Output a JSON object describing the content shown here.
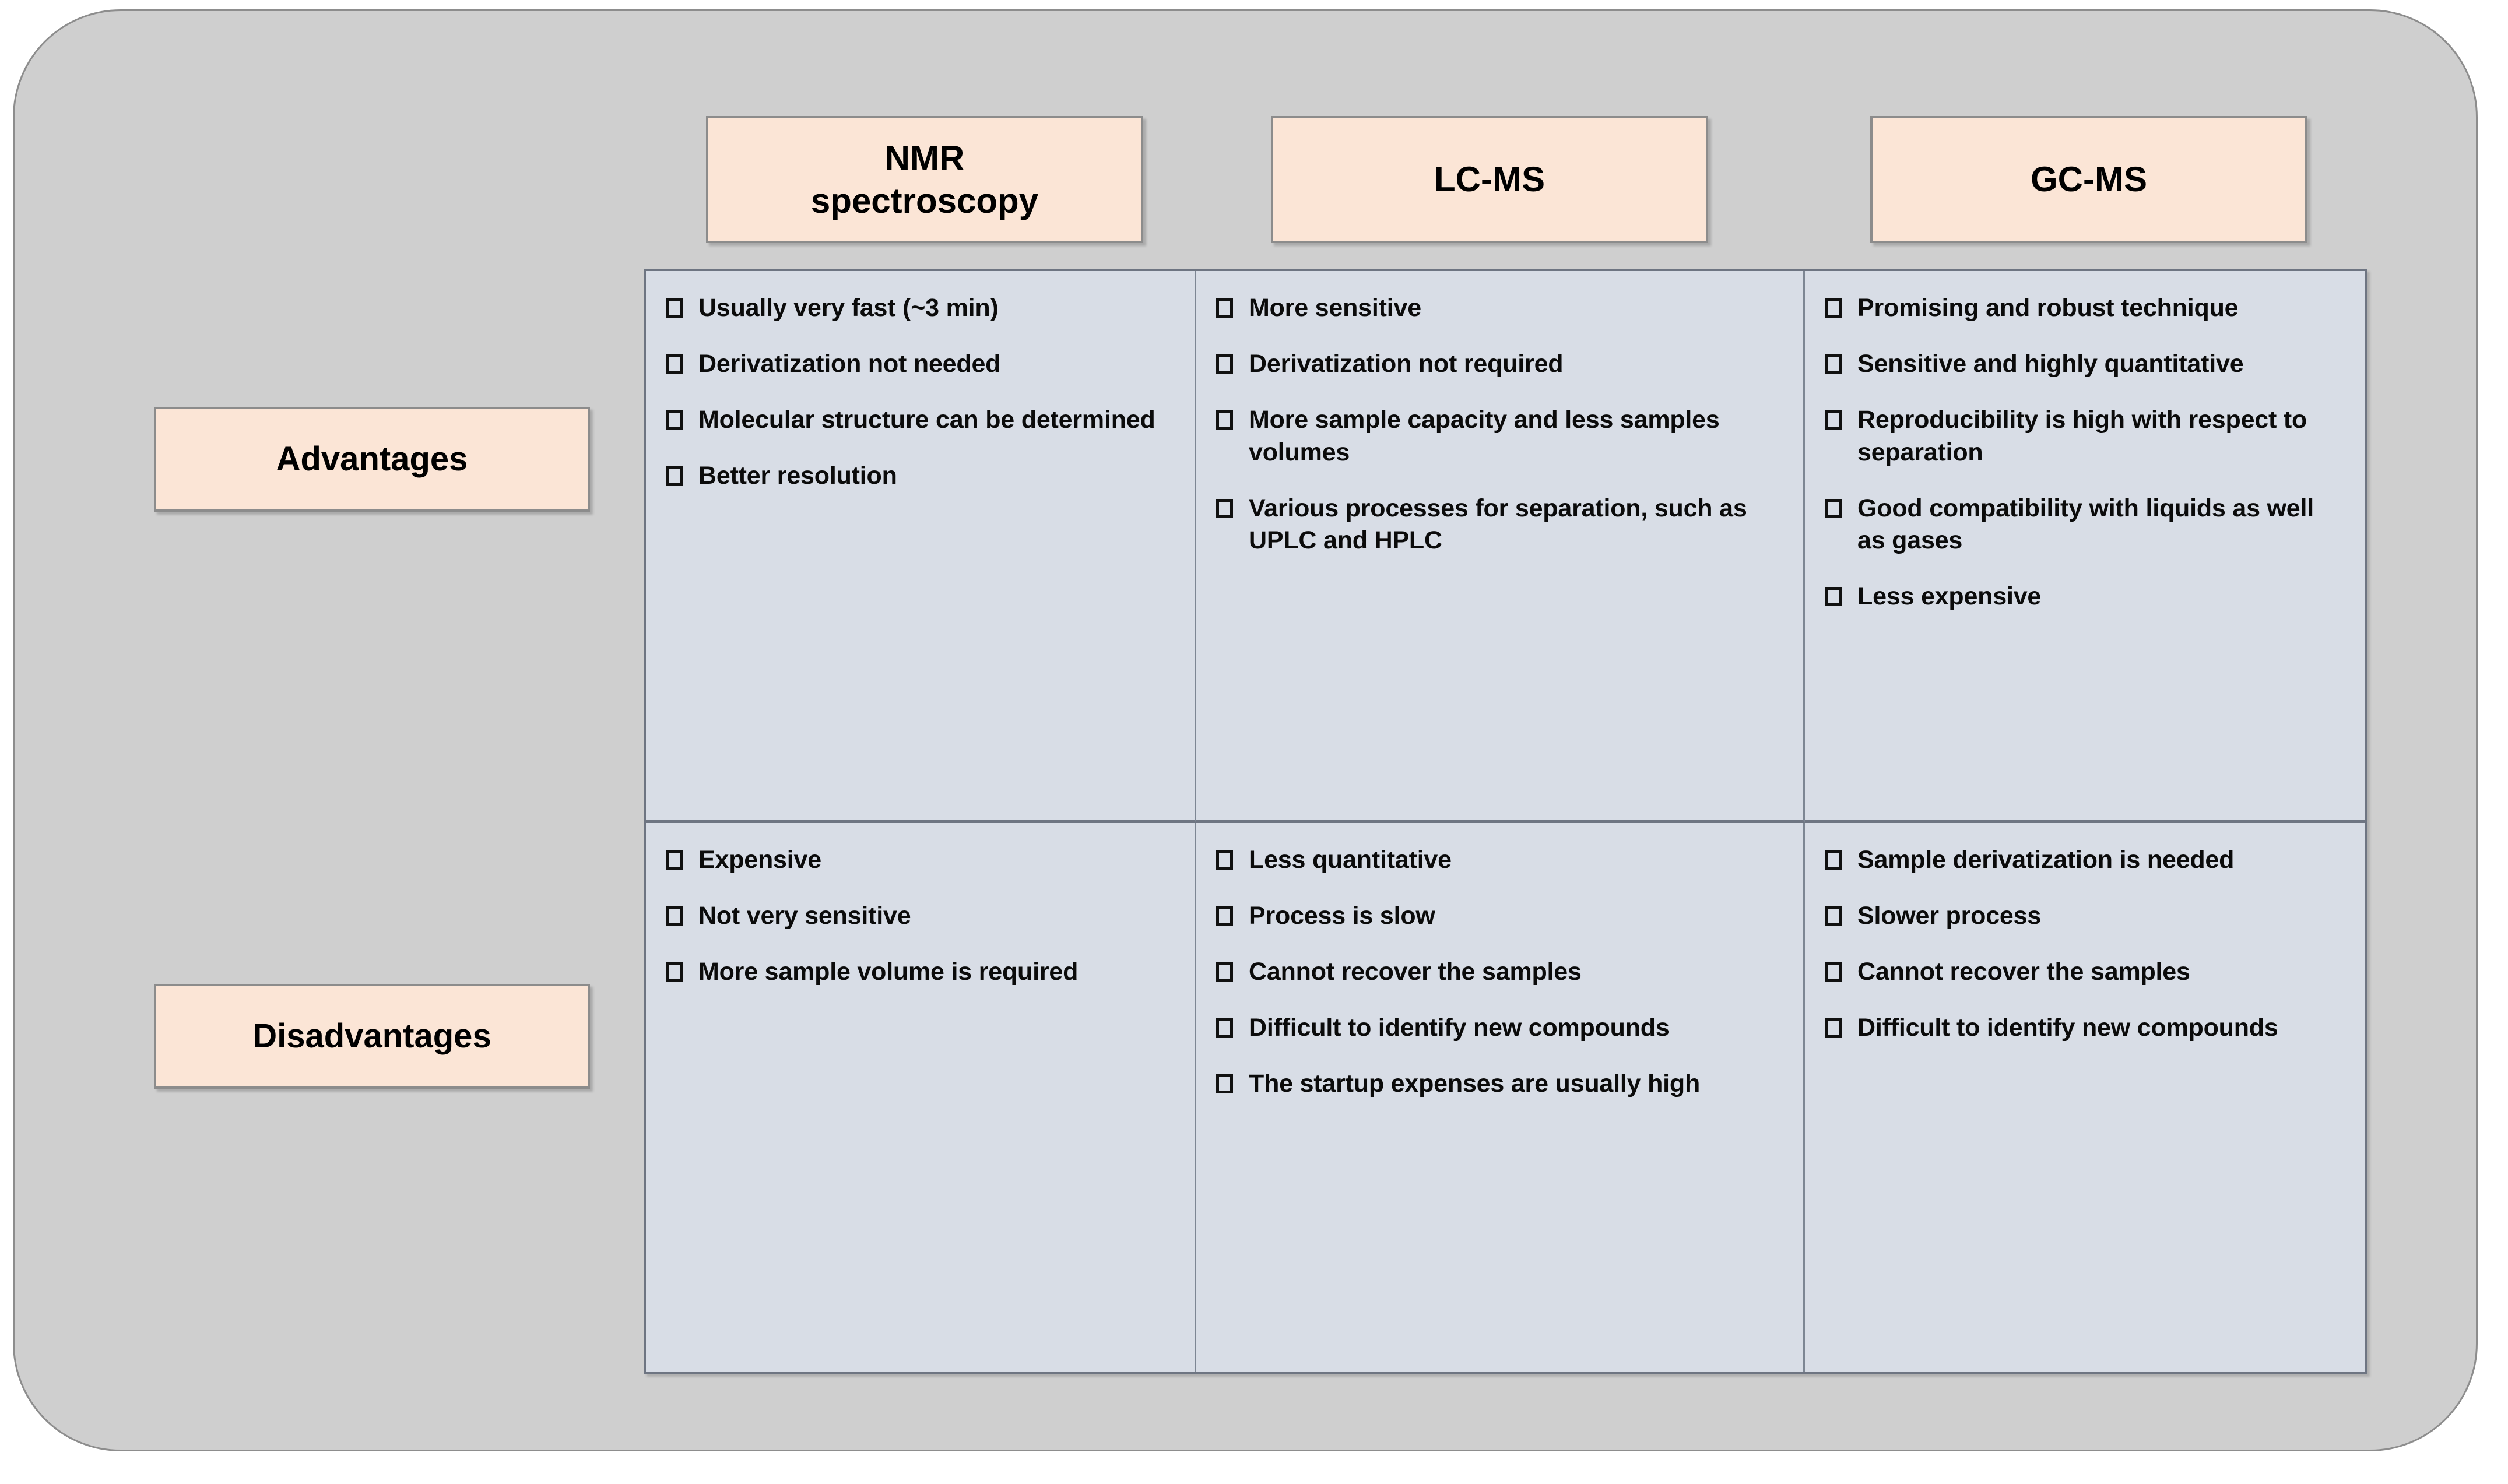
{
  "slide": {
    "background_color": "#ffffff",
    "panel_color": "#cfcfcf",
    "panel_border_color": "#8d8d8d",
    "chip_color": "#fbe5d6",
    "chip_border_color": "#8c8c8c",
    "table_fill_color": "#d8dde6",
    "table_border_color": "#6e7582",
    "bullet_glyph": "hollow-square"
  },
  "columns": [
    {
      "id": "nmr",
      "label": "NMR\nspectroscopy",
      "line1": "NMR",
      "line2": "spectroscopy"
    },
    {
      "id": "lcms",
      "label": "LC-MS"
    },
    {
      "id": "gcms",
      "label": "GC-MS"
    }
  ],
  "rows": [
    {
      "id": "advantages",
      "label": "Advantages"
    },
    {
      "id": "disadvantages",
      "label": "Disadvantages"
    }
  ],
  "cells": {
    "advantages": {
      "nmr": [
        "Usually very fast (~3 min)",
        "Derivatization not needed",
        "Molecular structure can be determined",
        "Better resolution"
      ],
      "lcms": [
        "More sensitive",
        "Derivatization not required",
        "More sample capacity and less samples volumes",
        "Various processes for separation, such as UPLC and HPLC"
      ],
      "gcms": [
        "Promising and robust technique",
        "Sensitive and highly quantitative",
        "Reproducibility is high with respect to separation",
        "Good compatibility with liquids as well as gases",
        "Less expensive"
      ]
    },
    "disadvantages": {
      "nmr": [
        "Expensive",
        "Not very sensitive",
        "More sample volume is required"
      ],
      "lcms": [
        "Less quantitative",
        "Process is slow",
        "Cannot recover the samples",
        "Difficult to identify new compounds",
        "The startup expenses are usually high"
      ],
      "gcms": [
        "Sample derivatization is needed",
        "Slower process",
        "Cannot recover the samples",
        "Difficult to identify new compounds"
      ]
    }
  }
}
